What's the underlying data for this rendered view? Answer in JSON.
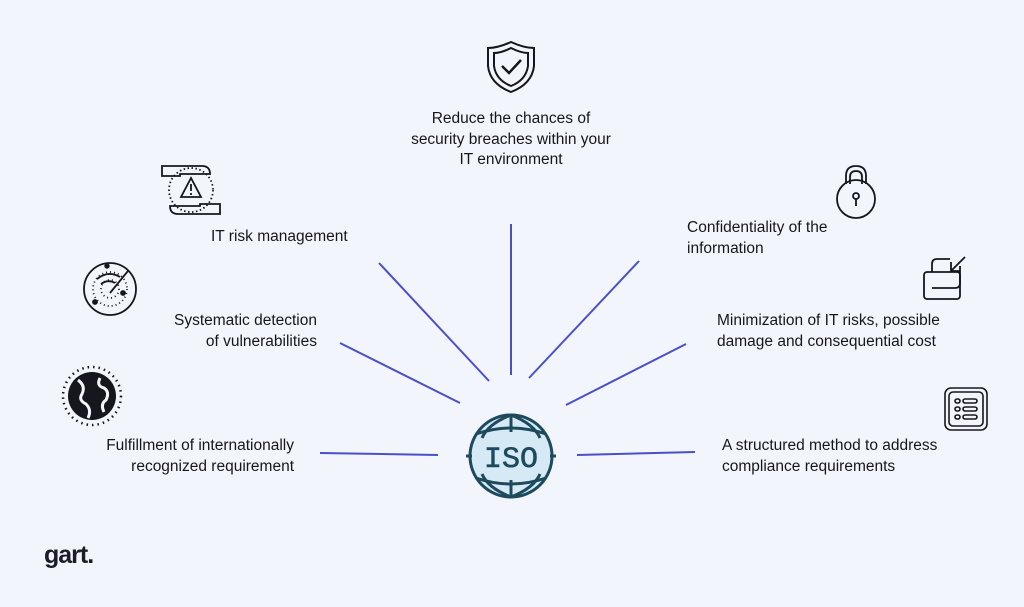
{
  "center": {
    "label": "ISO",
    "icon": "iso-globe-icon"
  },
  "colors": {
    "connector": "#4a4fc8",
    "background": "#f3f5fd",
    "globe_fill": "#d6eaf6",
    "globe_stroke": "#1d4a5c",
    "text": "#16161f"
  },
  "benefits": [
    {
      "icon": "shield-check-icon",
      "lines": [
        "Reduce the chances of",
        "security breaches within your",
        "IT environment"
      ]
    },
    {
      "icon": "hands-warning-icon",
      "lines": [
        "IT risk management"
      ]
    },
    {
      "icon": "radar-icon",
      "lines": [
        "Systematic detection",
        "of vulnerabilities"
      ]
    },
    {
      "icon": "globe-icon",
      "lines": [
        "Fulfillment of internationally",
        "recognized requirement"
      ]
    },
    {
      "icon": "padlock-icon",
      "lines": [
        "Confidentiality of the",
        "information"
      ]
    },
    {
      "icon": "windows-arrow-icon",
      "lines": [
        "Minimization of IT risks, possible",
        "damage and consequential cost"
      ]
    },
    {
      "icon": "list-panel-icon",
      "lines": [
        "A structured method to address",
        "compliance requirements"
      ]
    }
  ],
  "logo": "gart."
}
